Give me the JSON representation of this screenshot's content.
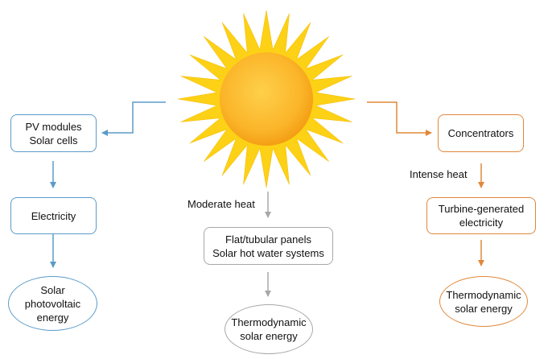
{
  "colors": {
    "blue": "#5a9bc9",
    "gray": "#a8a8a8",
    "orange": "#e0883a",
    "sun_core": "#fbb52a",
    "sun_rays": "#fcd116"
  },
  "icons": {
    "sun": "sun-icon"
  },
  "left": {
    "pv_line1": "PV modules",
    "pv_line2": "Solar cells",
    "electricity": "Electricity",
    "energy_line1": "Solar",
    "energy_line2": "photovoltaic",
    "energy_line3": "energy"
  },
  "center": {
    "heat_label": "Moderate heat",
    "panels_line1": "Flat/tubular panels",
    "panels_line2": "Solar hot water systems",
    "energy_line1": "Thermodynamic",
    "energy_line2": "solar energy"
  },
  "right": {
    "concentrators": "Concentrators",
    "heat_label": "Intense heat",
    "turbine_line1": "Turbine-generated",
    "turbine_line2": "electricity",
    "energy_line1": "Thermodynamic",
    "energy_line2": "solar energy"
  }
}
